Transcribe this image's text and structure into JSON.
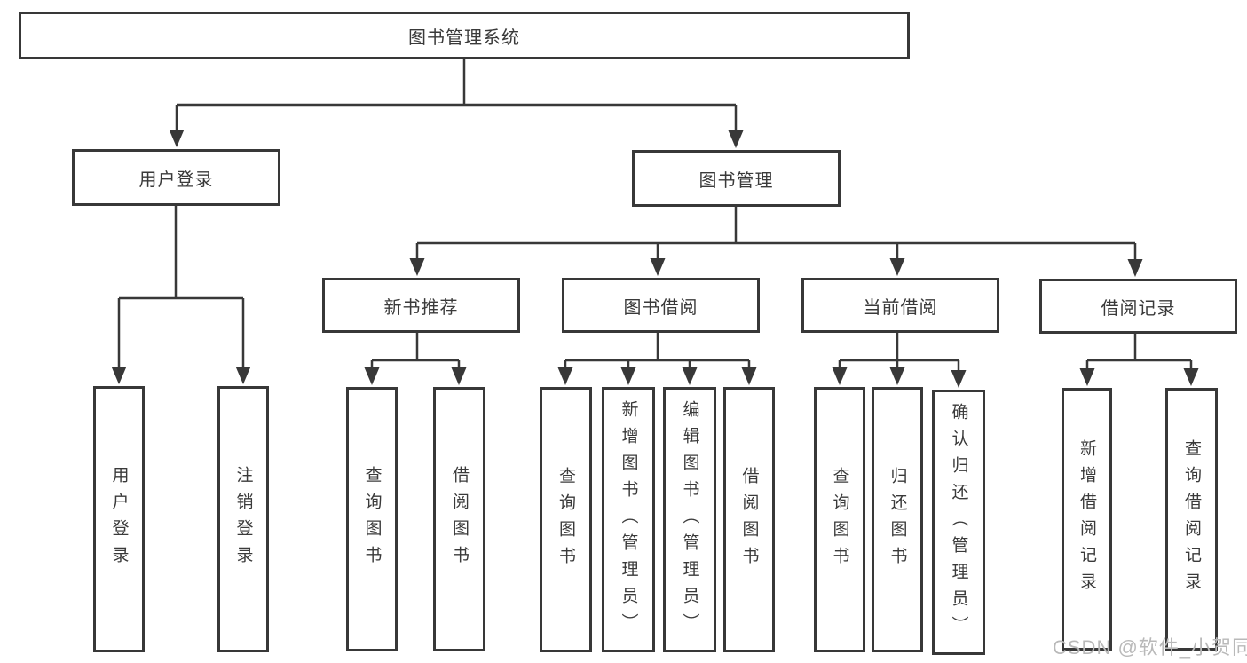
{
  "tree": {
    "label": "图书管理系统",
    "children": [
      {
        "label": "用户登录",
        "children": [
          {
            "label": "用户登录"
          },
          {
            "label": "注销登录"
          }
        ]
      },
      {
        "label": "图书管理",
        "children": [
          {
            "label": "新书推荐",
            "children": [
              {
                "label": "查询图书"
              },
              {
                "label": "借阅图书"
              }
            ]
          },
          {
            "label": "图书借阅",
            "children": [
              {
                "label": "查询图书"
              },
              {
                "label": "新增图书（管理员）"
              },
              {
                "label": "编辑图书（管理员）"
              },
              {
                "label": "借阅图书"
              }
            ]
          },
          {
            "label": "当前借阅",
            "children": [
              {
                "label": "查询图书"
              },
              {
                "label": "归还图书"
              },
              {
                "label": "确认归还（管理员）"
              }
            ]
          },
          {
            "label": "借阅记录",
            "children": [
              {
                "label": "新增借阅记录"
              },
              {
                "label": "查询借阅记录"
              }
            ]
          }
        ]
      }
    ]
  },
  "watermark": "CSDN @软件_小贺同学",
  "colors": {
    "line": "#383838",
    "text": "#3a3a3a",
    "watermark": "#b9b9b9",
    "background": "#ffffff"
  }
}
